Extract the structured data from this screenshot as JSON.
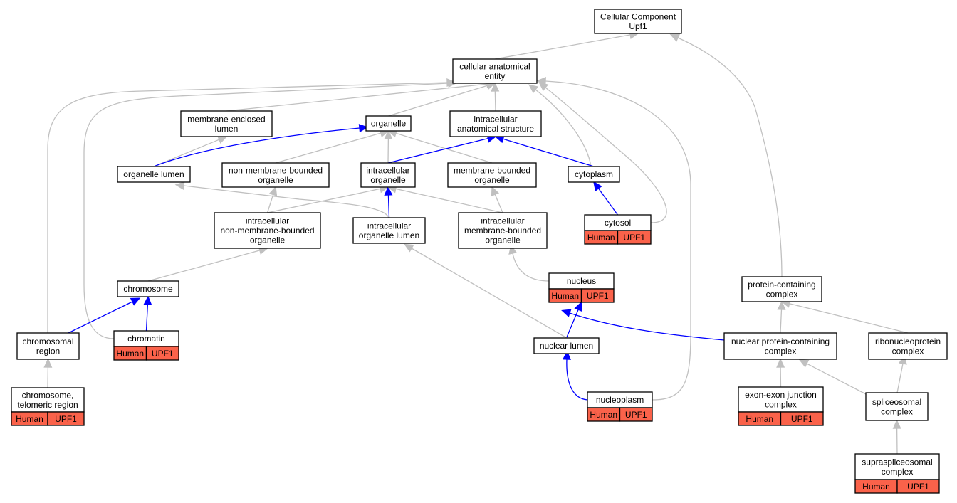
{
  "colors": {
    "edge_grey": "#c0c0c0",
    "edge_blue": "#0000ff",
    "annotation_fill": "#fa624a",
    "node_border": "#000000"
  },
  "nodes": {
    "root": {
      "lines": [
        "Cellular Component",
        "Upf1"
      ]
    },
    "cae": {
      "lines": [
        "cellular anatomical",
        "entity"
      ]
    },
    "mel": {
      "lines": [
        "membrane-enclosed",
        "lumen"
      ]
    },
    "organelle": {
      "lines": [
        "organelle"
      ]
    },
    "ias": {
      "lines": [
        "intracellular",
        "anatomical structure"
      ]
    },
    "olumen": {
      "lines": [
        "organelle lumen"
      ]
    },
    "nmbo": {
      "lines": [
        "non-membrane-bounded",
        "organelle"
      ]
    },
    "io": {
      "lines": [
        "intracellular",
        "organelle"
      ]
    },
    "mbo": {
      "lines": [
        "membrane-bounded",
        "organelle"
      ]
    },
    "cytoplasm": {
      "lines": [
        "cytoplasm"
      ]
    },
    "inmbo": {
      "lines": [
        "intracellular",
        "non-membrane-bounded",
        "organelle"
      ]
    },
    "iol": {
      "lines": [
        "intracellular",
        "organelle lumen"
      ]
    },
    "imbo": {
      "lines": [
        "intracellular",
        "membrane-bounded",
        "organelle"
      ]
    },
    "cytosol": {
      "lines": [
        "cytosol"
      ],
      "annotations": [
        "Human",
        "UPF1"
      ]
    },
    "chromosome": {
      "lines": [
        "chromosome"
      ]
    },
    "nucleus": {
      "lines": [
        "nucleus"
      ],
      "annotations": [
        "Human",
        "UPF1"
      ]
    },
    "pcc": {
      "lines": [
        "protein-containing",
        "complex"
      ]
    },
    "chromreg": {
      "lines": [
        "chromosomal",
        "region"
      ]
    },
    "chromatin": {
      "lines": [
        "chromatin"
      ],
      "annotations": [
        "Human",
        "UPF1"
      ]
    },
    "nuclumen": {
      "lines": [
        "nuclear lumen"
      ]
    },
    "npcc": {
      "lines": [
        "nuclear protein-containing",
        "complex"
      ]
    },
    "rnp": {
      "lines": [
        "ribonucleoprotein",
        "complex"
      ]
    },
    "telo": {
      "lines": [
        "chromosome,",
        "telomeric region"
      ],
      "annotations": [
        "Human",
        "UPF1"
      ]
    },
    "nucleoplasm": {
      "lines": [
        "nucleoplasm"
      ],
      "annotations": [
        "Human",
        "UPF1"
      ]
    },
    "ejc": {
      "lines": [
        "exon-exon junction",
        "complex"
      ],
      "annotations": [
        "Human",
        "UPF1"
      ]
    },
    "splice": {
      "lines": [
        "spliceosomal",
        "complex"
      ]
    },
    "supra": {
      "lines": [
        "supraspliceosomal",
        "complex"
      ],
      "annotations": [
        "Human",
        "UPF1"
      ]
    }
  },
  "edges": [
    {
      "from": "cae",
      "to": "root",
      "color": "grey"
    },
    {
      "from": "pcc",
      "to": "root",
      "color": "grey"
    },
    {
      "from": "mel",
      "to": "cae",
      "color": "grey"
    },
    {
      "from": "organelle",
      "to": "cae",
      "color": "grey"
    },
    {
      "from": "ias",
      "to": "cae",
      "color": "grey"
    },
    {
      "from": "cytoplasm",
      "to": "cae",
      "color": "grey"
    },
    {
      "from": "cytosol",
      "to": "cae",
      "color": "grey"
    },
    {
      "from": "nucleoplasm",
      "to": "cae",
      "color": "grey"
    },
    {
      "from": "chromreg",
      "to": "cae",
      "color": "grey"
    },
    {
      "from": "chromatin",
      "to": "cae",
      "color": "grey"
    },
    {
      "from": "olumen",
      "to": "mel",
      "color": "grey"
    },
    {
      "from": "olumen",
      "to": "organelle",
      "color": "blue"
    },
    {
      "from": "nmbo",
      "to": "organelle",
      "color": "grey"
    },
    {
      "from": "io",
      "to": "organelle",
      "color": "grey"
    },
    {
      "from": "mbo",
      "to": "organelle",
      "color": "grey"
    },
    {
      "from": "io",
      "to": "ias",
      "color": "blue"
    },
    {
      "from": "cytoplasm",
      "to": "ias",
      "color": "blue"
    },
    {
      "from": "cytosol",
      "to": "cytoplasm",
      "color": "blue"
    },
    {
      "from": "inmbo",
      "to": "nmbo",
      "color": "grey"
    },
    {
      "from": "inmbo",
      "to": "io",
      "color": "grey"
    },
    {
      "from": "iol",
      "to": "io",
      "color": "blue"
    },
    {
      "from": "iol",
      "to": "olumen",
      "color": "grey"
    },
    {
      "from": "imbo",
      "to": "io",
      "color": "grey"
    },
    {
      "from": "imbo",
      "to": "mbo",
      "color": "grey"
    },
    {
      "from": "chromosome",
      "to": "inmbo",
      "color": "grey"
    },
    {
      "from": "nucleus",
      "to": "imbo",
      "color": "grey"
    },
    {
      "from": "chromreg",
      "to": "chromosome",
      "color": "blue"
    },
    {
      "from": "chromatin",
      "to": "chromosome",
      "color": "blue"
    },
    {
      "from": "nuclumen",
      "to": "nucleus",
      "color": "blue"
    },
    {
      "from": "nuclumen",
      "to": "iol",
      "color": "grey"
    },
    {
      "from": "npcc",
      "to": "nucleus",
      "color": "blue"
    },
    {
      "from": "npcc",
      "to": "pcc",
      "color": "grey"
    },
    {
      "from": "rnp",
      "to": "pcc",
      "color": "grey"
    },
    {
      "from": "telo",
      "to": "chromreg",
      "color": "grey"
    },
    {
      "from": "nucleoplasm",
      "to": "nuclumen",
      "color": "blue"
    },
    {
      "from": "ejc",
      "to": "npcc",
      "color": "grey"
    },
    {
      "from": "splice",
      "to": "npcc",
      "color": "grey"
    },
    {
      "from": "splice",
      "to": "rnp",
      "color": "grey"
    },
    {
      "from": "supra",
      "to": "splice",
      "color": "grey"
    }
  ]
}
